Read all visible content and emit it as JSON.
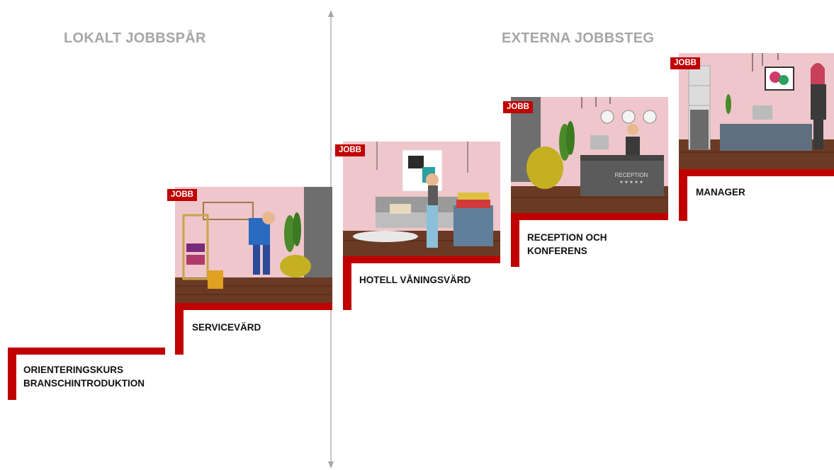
{
  "headings": {
    "local": "LOKALT JOBBSPÅR",
    "external": "EXTERNA  JOBBSTEG"
  },
  "badge_label": "JOBB",
  "steps": [
    {
      "label": "ORIENTERINGSKURS\nBRANSCHINTRODUKTION"
    },
    {
      "label": "SERVICEVÄRD"
    },
    {
      "label": "HOTELL VÅNINGSVÄRD"
    },
    {
      "label": "RECEPTION OCH\nKONFERENS"
    },
    {
      "label": "MANAGER"
    }
  ],
  "reception_sign": "RECEPTION",
  "colors": {
    "accent": "#c00000",
    "heading": "#a6a6a6",
    "divider": "#a6a6a6",
    "wall": "#efc6cb",
    "floor": "#6b3a24"
  }
}
